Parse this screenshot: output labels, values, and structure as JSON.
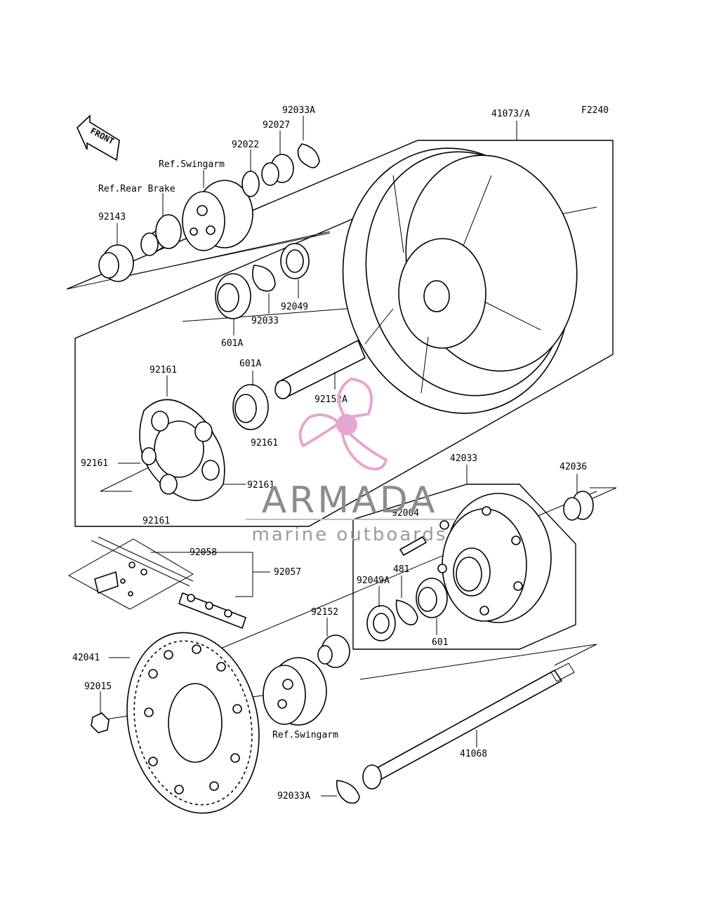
{
  "figure_code": "F2240",
  "front_label": "FRONT",
  "callouts": [
    {
      "id": "c-92033A-top",
      "text": "92033A"
    },
    {
      "id": "c-41073A",
      "text": "41073/A"
    },
    {
      "id": "c-92027",
      "text": "92027"
    },
    {
      "id": "c-92022",
      "text": "92022"
    },
    {
      "id": "c-ref-swingarm-top",
      "text": "Ref.Swingarm"
    },
    {
      "id": "c-ref-rear-brake",
      "text": "Ref.Rear Brake"
    },
    {
      "id": "c-92143",
      "text": "92143"
    },
    {
      "id": "c-92049",
      "text": "92049"
    },
    {
      "id": "c-92033",
      "text": "92033"
    },
    {
      "id": "c-601A-top",
      "text": "601A"
    },
    {
      "id": "c-601A-mid",
      "text": "601A"
    },
    {
      "id": "c-92161-a",
      "text": "92161"
    },
    {
      "id": "c-92161-b",
      "text": "92161"
    },
    {
      "id": "c-92161-c",
      "text": "92161"
    },
    {
      "id": "c-92161-d",
      "text": "92161"
    },
    {
      "id": "c-92161-e",
      "text": "92161"
    },
    {
      "id": "c-92152A",
      "text": "92152A"
    },
    {
      "id": "c-42033",
      "text": "42033"
    },
    {
      "id": "c-42036",
      "text": "42036"
    },
    {
      "id": "c-92004",
      "text": "92004"
    },
    {
      "id": "c-92058",
      "text": "92058"
    },
    {
      "id": "c-92057",
      "text": "92057"
    },
    {
      "id": "c-481",
      "text": "481"
    },
    {
      "id": "c-92049A",
      "text": "92049A"
    },
    {
      "id": "c-92152",
      "text": "92152"
    },
    {
      "id": "c-601",
      "text": "601"
    },
    {
      "id": "c-42041",
      "text": "42041"
    },
    {
      "id": "c-92015",
      "text": "92015"
    },
    {
      "id": "c-ref-swingarm-bottom",
      "text": "Ref.Swingarm"
    },
    {
      "id": "c-41068",
      "text": "41068"
    },
    {
      "id": "c-92033A-bottom",
      "text": "92033A"
    }
  ],
  "watermark": {
    "title": "ARMADA",
    "subtitle": "marine outboards",
    "color": "#e6a6cf"
  }
}
